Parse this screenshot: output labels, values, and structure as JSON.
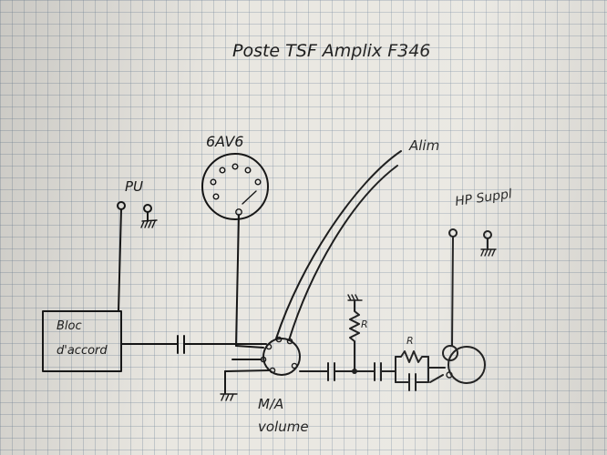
{
  "title": "Poste TSF   Amplix   F346",
  "labels": {
    "pu": "PU",
    "tube": "6AV6",
    "alim": "Alim",
    "hp": "HP Suppl",
    "bloc_line1": "Bloc",
    "bloc_line2": "d'accord",
    "switch_line1": "M/A",
    "switch_line2": "volume",
    "resistor_top": "R",
    "resistor_right": "R"
  },
  "colors": {
    "ink": "#141414",
    "paper": "#e9e7e1",
    "grid": "#8ca0b4"
  }
}
